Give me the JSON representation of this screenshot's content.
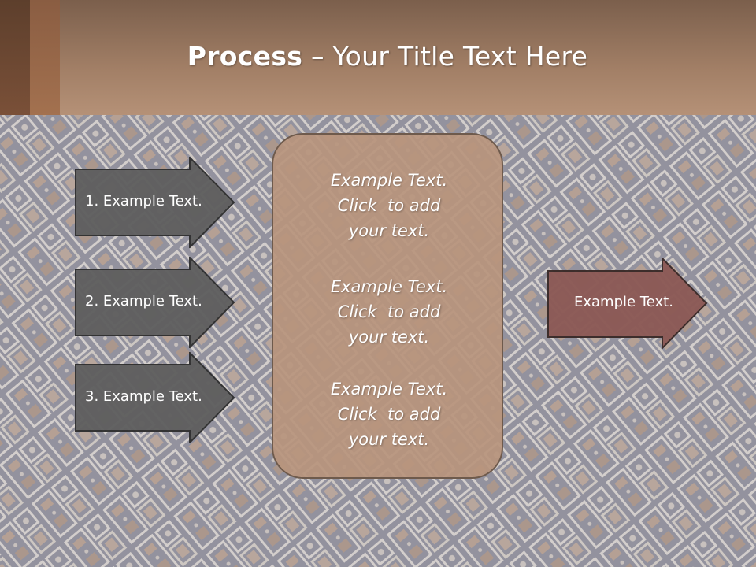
{
  "title": {
    "bold": "Process",
    "rest": " – Your Title Text Here"
  },
  "left_arrows": [
    {
      "label": "1. Example Text."
    },
    {
      "label": "2. Example Text."
    },
    {
      "label": "3. Example Text."
    }
  ],
  "center_box": {
    "blocks": [
      {
        "line1": "Example Text.",
        "line2": "Click  to add",
        "line3": "your text."
      },
      {
        "line1": "Example Text.",
        "line2": "Click  to add",
        "line3": "your text."
      },
      {
        "line1": "Example Text.",
        "line2": "Click  to add",
        "line3": "your text."
      }
    ]
  },
  "right_arrow": {
    "label": "Example Text."
  },
  "colors": {
    "header": "#a27f66",
    "arrow_gray": "#5f5f5f",
    "arrow_red": "#8c5a56",
    "center_box": "#b8947d",
    "background": "#9b9aa4"
  }
}
